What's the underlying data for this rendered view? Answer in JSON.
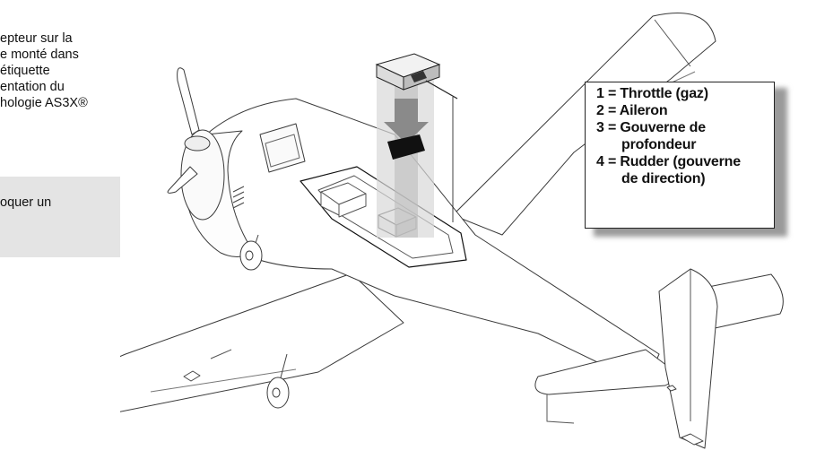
{
  "intro_text": {
    "lines": [
      "epteur sur la",
      "e monté dans",
      "étiquette",
      "entation du",
      "hologie AS3X®"
    ]
  },
  "note_box": {
    "text": "oquer un"
  },
  "legend": {
    "lines": [
      "1 = Throttle (gaz)",
      "2 = Aileron",
      "3 = Gouverne de",
      "profondeur",
      "4 = Rudder (gouverne",
      "de direction)"
    ]
  }
}
